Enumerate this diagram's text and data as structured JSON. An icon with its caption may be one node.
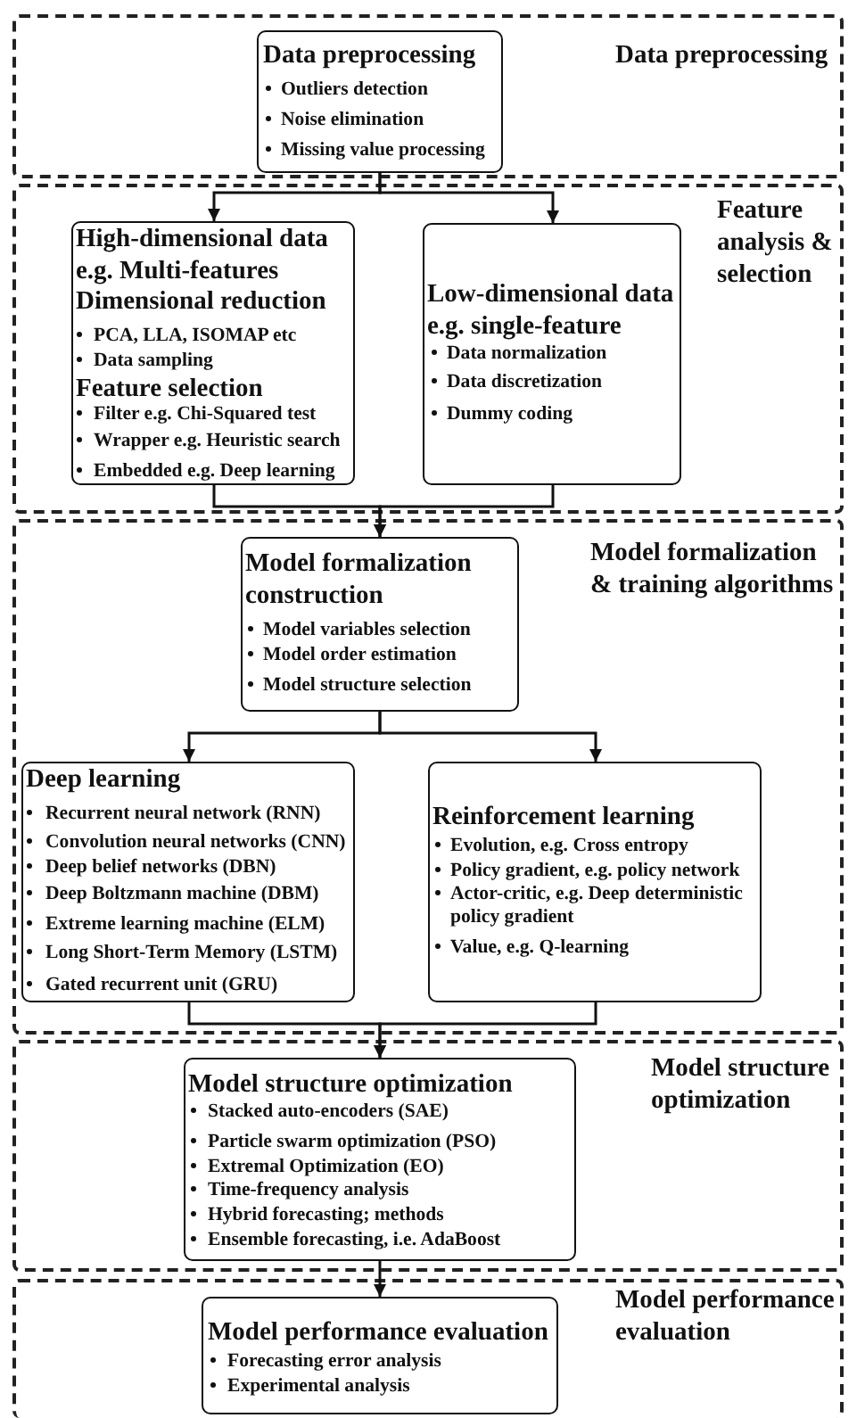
{
  "diagram": {
    "nodes": [
      {
        "text": [
          "Data preprocessing"
        ]
      },
      {
        "text": [
          "Data preprocessing",
          "Outliers detection",
          "Noise elimination",
          "Missing value processing"
        ],
        "in": 0
      },
      {
        "text": [
          "Feature analysis & selection"
        ]
      },
      {
        "text": [
          "High-dimensional data e.g. Multi-features",
          "Dimensional reduction",
          "PCA, LLA, ISOMAP etc",
          "Data sampling",
          "Feature selection",
          "Filter e.g. Chi-Squared test",
          "Wrapper e.g. Heuristic search",
          "Embedded e.g. Deep learning"
        ],
        "in": 2
      },
      {
        "text": [
          "Low-dimensional data e.g. single-feature",
          "Data normalization",
          "Data discretization",
          "Dummy coding"
        ],
        "in": 2
      },
      {
        "text": [
          "Model formalization & training algorithms"
        ]
      },
      {
        "text": [
          "Model formalization construction",
          "Model variables selection",
          "Model order estimation",
          "Model structure selection"
        ],
        "in": 5
      },
      {
        "text": [
          "Deep learning",
          "Recurrent neural network (RNN)",
          "Convolution neural networks (CNN)",
          "Deep belief networks (DBN)",
          "Deep Boltzmann machine (DBM)",
          "Extreme learning machine (ELM)",
          "Long Short-Term Memory (LSTM)",
          "Gated recurrent unit (GRU)"
        ],
        "in": 5
      },
      {
        "text": [
          "Reinforcement learning",
          "Evolution, e.g. Cross entropy",
          "Policy gradient, e.g. policy network",
          "Actor-critic, e.g. Deep deterministic policy gradient",
          "Value, e.g. Q-learning"
        ],
        "in": 5
      },
      {
        "text": [
          "Model structure optimization"
        ]
      },
      {
        "text": [
          "Model structure optimization",
          "Stacked auto-encoders (SAE)",
          "Particle swarm optimization (PSO)",
          "Extremal Optimization (EO)",
          "Time-frequency analysis",
          "Hybrid forecasting; methods",
          "Ensemble forecasting, i.e. AdaBoost"
        ],
        "in": 9
      },
      {
        "text": [
          "Model performance evaluation"
        ]
      },
      {
        "text": [
          "Model performance evaluation",
          "Forecasting error analysis",
          "Experimental analysis"
        ],
        "in": 11
      }
    ],
    "edges": [
      {
        "from": 1,
        "to": 3,
        "arrow": "to"
      },
      {
        "from": 1,
        "to": 4,
        "arrow": "to"
      },
      {
        "from": 3,
        "to": 6,
        "arrow": "to"
      },
      {
        "from": 4,
        "to": 6,
        "arrow": "to"
      },
      {
        "from": 6,
        "to": 7,
        "arrow": "to"
      },
      {
        "from": 6,
        "to": 8,
        "arrow": "to"
      },
      {
        "from": 7,
        "to": 10,
        "arrow": "to"
      },
      {
        "from": 8,
        "to": 10,
        "arrow": "to"
      },
      {
        "from": 10,
        "to": 12,
        "arrow": "to"
      }
    ]
  }
}
